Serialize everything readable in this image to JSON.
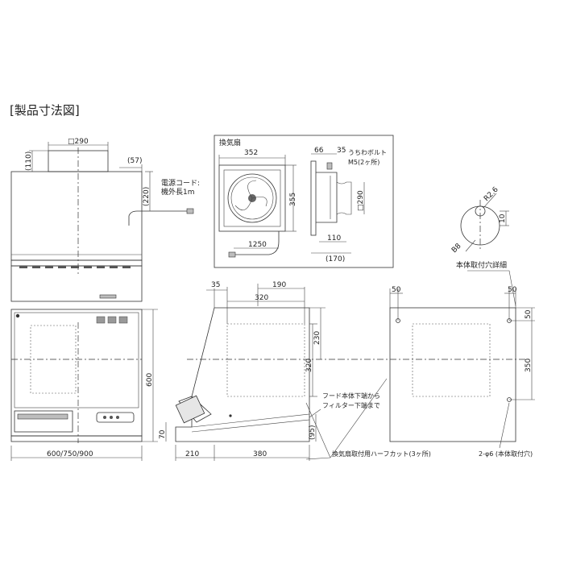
{
  "title": "[製品寸法図]",
  "front": {
    "dim_top_width": "□290",
    "dim_top_height": "(110)",
    "dim_side_offset": "(57)",
    "dim_cord_height": "(220)",
    "cord_label_1": "電源コード:",
    "cord_label_2": "機外長1m",
    "dim_height": "600",
    "dim_bottom": "70",
    "dim_width": "600/750/900"
  },
  "fan": {
    "label": "換気扇",
    "dim_width": "352",
    "dim_height": "355",
    "dim_cord": "1250",
    "dim_depth_66": "66",
    "dim_depth_35": "35",
    "bolt_label_1": "うちわボルト",
    "bolt_label_2": "M5(2ヶ所)",
    "dim_290": "□290",
    "dim_110": "110",
    "dim_170": "(170)"
  },
  "detail": {
    "dim_r": "R2.6",
    "dim_10": "10",
    "dim_b8": "B8",
    "label": "本体取付穴詳細"
  },
  "side": {
    "dim_35": "35",
    "dim_190": "190",
    "dim_320_w": "320",
    "dim_230": "230",
    "dim_320_h": "320",
    "dim_95": "(95)",
    "dim_210": "210",
    "dim_380": "380",
    "filter_label_1": "フード本体下端から",
    "filter_label_2": "フィルター下端まで",
    "cut_label": "換気扇取付用ハーフカット(3ヶ所)"
  },
  "rear": {
    "dim_50_left": "50",
    "dim_50_right": "50",
    "dim_50_side": "50",
    "dim_350": "350",
    "hole_label": "2-φ6 (本体取付穴)"
  }
}
